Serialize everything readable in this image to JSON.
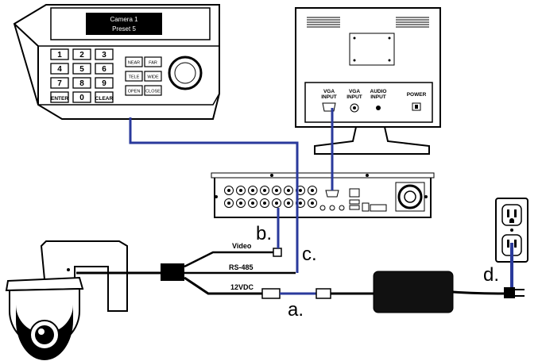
{
  "keypad": {
    "lcd_line1": "Camera 1",
    "lcd_line2": "Preset 5",
    "digits": [
      "1",
      "2",
      "3",
      "4",
      "5",
      "6",
      "7",
      "8",
      "9",
      "ENTER",
      "0",
      "CLEAR"
    ],
    "func_keys": [
      "NEAR",
      "FAR",
      "TELE",
      "WIDE",
      "OPEN",
      "CLOSE"
    ]
  },
  "monitor": {
    "vga_input_1_line1": "VGA",
    "vga_input_1_line2": "INPUT",
    "vga_input_2_line1": "VGA",
    "vga_input_2_line2": "INPUT",
    "audio_input_line1": "AUDIO",
    "audio_input_line2": "INPUT",
    "power": "POWER"
  },
  "cable_labels": {
    "video": "Video",
    "rs485": "RS-485",
    "dc": "12VDC"
  },
  "callouts": {
    "a": "a.",
    "b": "b.",
    "c": "c.",
    "d": "d."
  },
  "colors": {
    "cable_blue": "#2a3a9c",
    "line": "#000000",
    "fill_light": "#ffffff"
  }
}
